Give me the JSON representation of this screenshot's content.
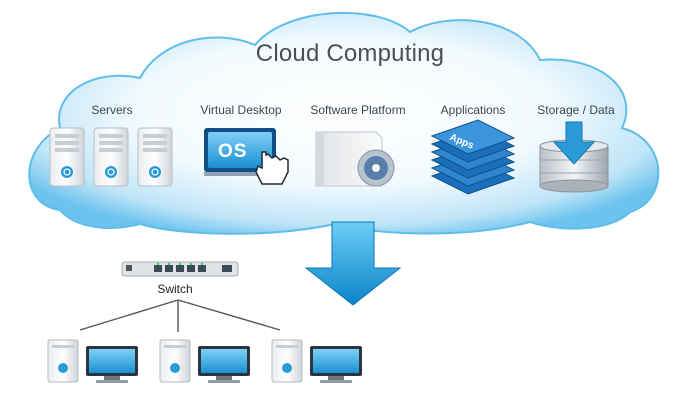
{
  "title": "Cloud Computing",
  "services": [
    {
      "label": "Servers",
      "icon": "server-rack-icon"
    },
    {
      "label": "Virtual Desktop",
      "icon": "os-desktop-icon",
      "badge": "OS"
    },
    {
      "label": "Software Platform",
      "icon": "software-box-icon"
    },
    {
      "label": "Applications",
      "icon": "apps-stack-icon",
      "badge": "Apps"
    },
    {
      "label": "Storage / Data",
      "icon": "database-download-icon"
    }
  ],
  "network": {
    "switch_label": "Switch",
    "clients": [
      "client-1",
      "client-2",
      "client-3"
    ]
  },
  "colors": {
    "cloud_edge": "#57b9ea",
    "cloud_fill": "#e6f5fd",
    "arrow": "#1a9ad8",
    "power_button": "#2a9bd6"
  }
}
